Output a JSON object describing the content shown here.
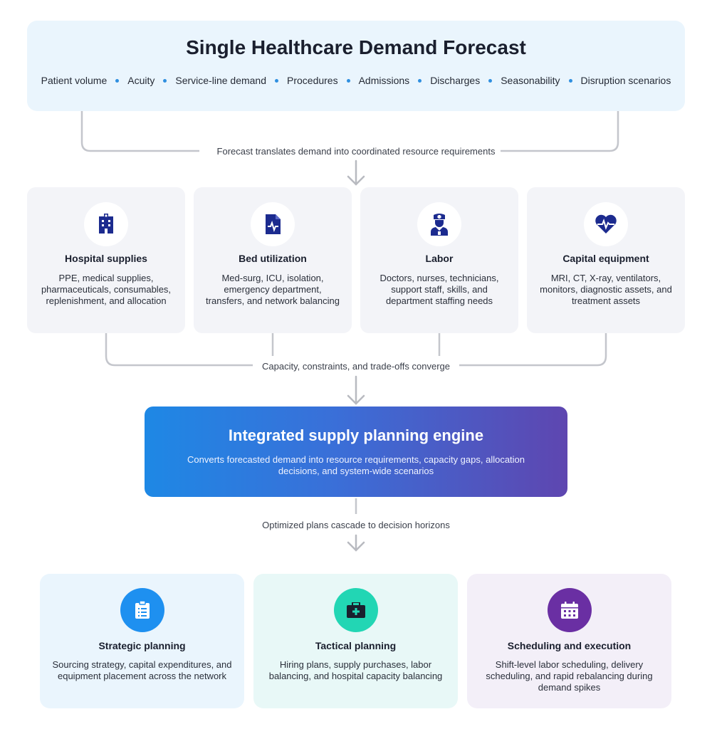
{
  "forecast": {
    "title": "Single Healthcare Demand Forecast",
    "factors": [
      "Patient volume",
      "Acuity",
      "Service-line demand",
      "Procedures",
      "Admissions",
      "Discharges",
      "Seasonability",
      "Disruption scenarios"
    ]
  },
  "connectors": {
    "forecast_to_resources": "Forecast translates demand into coordinated resource requirements",
    "resources_to_engine": "Capacity, constraints, and trade-offs converge",
    "engine_to_horizons": "Optimized plans cascade to decision horizons"
  },
  "resources": [
    {
      "icon": "hospital-icon",
      "title": "Hospital supplies",
      "desc": "PPE, medical supplies, pharmaceuticals, consumables, replenishment, and allocation"
    },
    {
      "icon": "medical-file-icon",
      "title": "Bed utilization",
      "desc": "Med-surg, ICU, isolation, emergency department, transfers, and network balancing"
    },
    {
      "icon": "nurse-icon",
      "title": "Labor",
      "desc": "Doctors, nurses, technicians, support staff, skills, and department staffing needs"
    },
    {
      "icon": "heart-pulse-icon",
      "title": "Capital equipment",
      "desc": "MRI, CT, X-ray, ventilators, monitors, diagnostic assets, and treatment assets"
    }
  ],
  "engine": {
    "title": "Integrated supply planning engine",
    "desc": "Converts forecasted demand into resource requirements, capacity gaps, allocation decisions, and system-wide scenarios"
  },
  "horizons": [
    {
      "icon": "clipboard-icon",
      "title": "Strategic planning",
      "desc": "Sourcing strategy, capital expenditures, and equipment placement across the network",
      "bg": "#eaf5fd",
      "icon_bg": "#1e90f0"
    },
    {
      "icon": "medical-kit-icon",
      "title": "Tactical planning",
      "desc": "Hiring plans, supply purchases, labor balancing, and hospital capacity balancing",
      "bg": "#e8f8f7",
      "icon_bg": "#22d6b4"
    },
    {
      "icon": "calendar-icon",
      "title": "Scheduling and execution",
      "desc": "Shift-level labor scheduling, delivery scheduling, and rapid rebalancing during demand spikes",
      "bg": "#f3eff8",
      "icon_bg": "#6a2fa3"
    }
  ],
  "colors": {
    "accent": "#2f8fe0",
    "resource_icon": "#1c2b8f",
    "connector": "#c4c6cc"
  }
}
